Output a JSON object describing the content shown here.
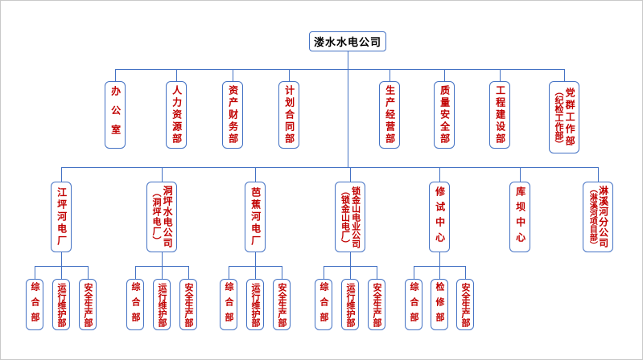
{
  "theme": {
    "line_color": "#4472C4",
    "box_border_color": "#4472C4",
    "dept_text_color": "#C00000",
    "root_text_color": "#000000",
    "background": "#FFFFFF"
  },
  "org": {
    "root": {
      "label": "溇水水电公司"
    },
    "level2": [
      {
        "label": "办公室"
      },
      {
        "label": "人力资源部"
      },
      {
        "label": "资产财务部"
      },
      {
        "label": "计划合同部"
      },
      {
        "label": "生产经营部"
      },
      {
        "label": "质量安全部"
      },
      {
        "label": "工程建设部"
      },
      {
        "label": "党群工作部",
        "sub": "（纪检工作部）"
      }
    ],
    "level3": [
      {
        "label": "江坪河电厂",
        "children": [
          "综合部",
          "运行维护部",
          "安全生产部"
        ]
      },
      {
        "label": "洞坪水电公司",
        "sub": "（洞坪电厂）",
        "children": [
          "综合部",
          "运行维护部",
          "安全生产部"
        ]
      },
      {
        "label": "芭蕉河电厂",
        "children": [
          "综合部",
          "运行维护部",
          "安全生产部"
        ]
      },
      {
        "label": "锁金山电业公司",
        "sub": "（锁金山电厂）",
        "children": [
          "综合部",
          "运行维护部",
          "安全生产部"
        ]
      },
      {
        "label": "修试中心",
        "children": [
          "综合部",
          "检修部",
          "安全生产部"
        ]
      },
      {
        "label": "库坝中心",
        "children": []
      },
      {
        "label": "淋溪河分公司",
        "sub": "（淋溪河项目部）",
        "children": []
      }
    ]
  }
}
